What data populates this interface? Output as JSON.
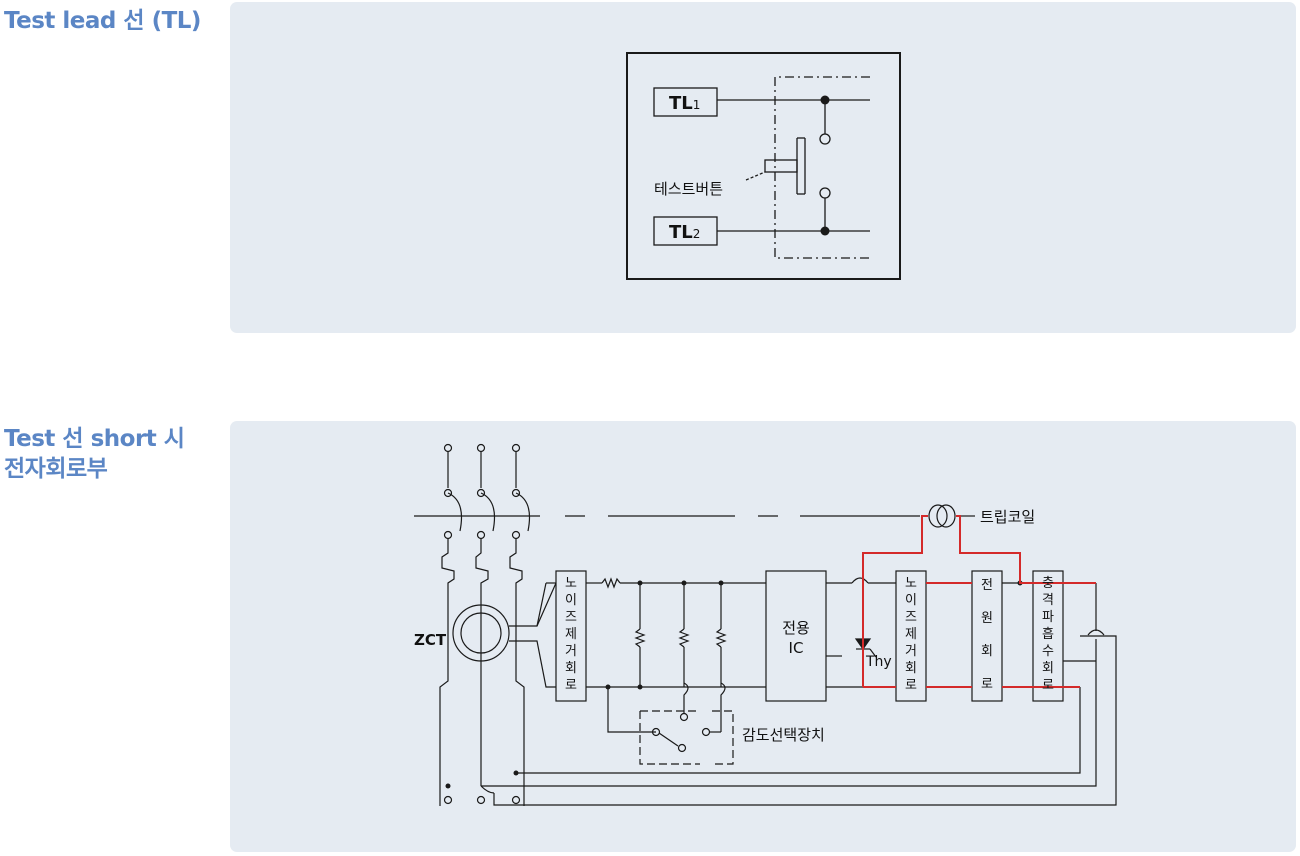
{
  "colors": {
    "accent": "#5b86c5",
    "panel_bg": "#e5ebf2",
    "line": "#1a1a1a",
    "highlight": "#d42a2a"
  },
  "section1": {
    "title": "Test lead 선 (TL)",
    "diagram": {
      "tl1_label": "TL",
      "tl1_sub": "1",
      "tl2_label": "TL",
      "tl2_sub": "2",
      "button_label": "테스트버튼"
    }
  },
  "section2": {
    "title_line1": "Test 선 short 시",
    "title_line2": "전자회로부",
    "diagram": {
      "zct_label": "ZCT",
      "trip_coil_label": "트립코일",
      "noise_filter_chars": [
        "노",
        "이",
        "즈",
        "제",
        "거",
        "회",
        "로"
      ],
      "ic_line1": "전용",
      "ic_line2": "IC",
      "thy_label": "Thy",
      "power_circuit_chars": [
        "전",
        "원",
        "회",
        "로"
      ],
      "surge_absorber_chars": [
        "충",
        "격",
        "파",
        "흡",
        "수",
        "회",
        "로"
      ],
      "sensitivity_label": "감도선택장치"
    }
  }
}
